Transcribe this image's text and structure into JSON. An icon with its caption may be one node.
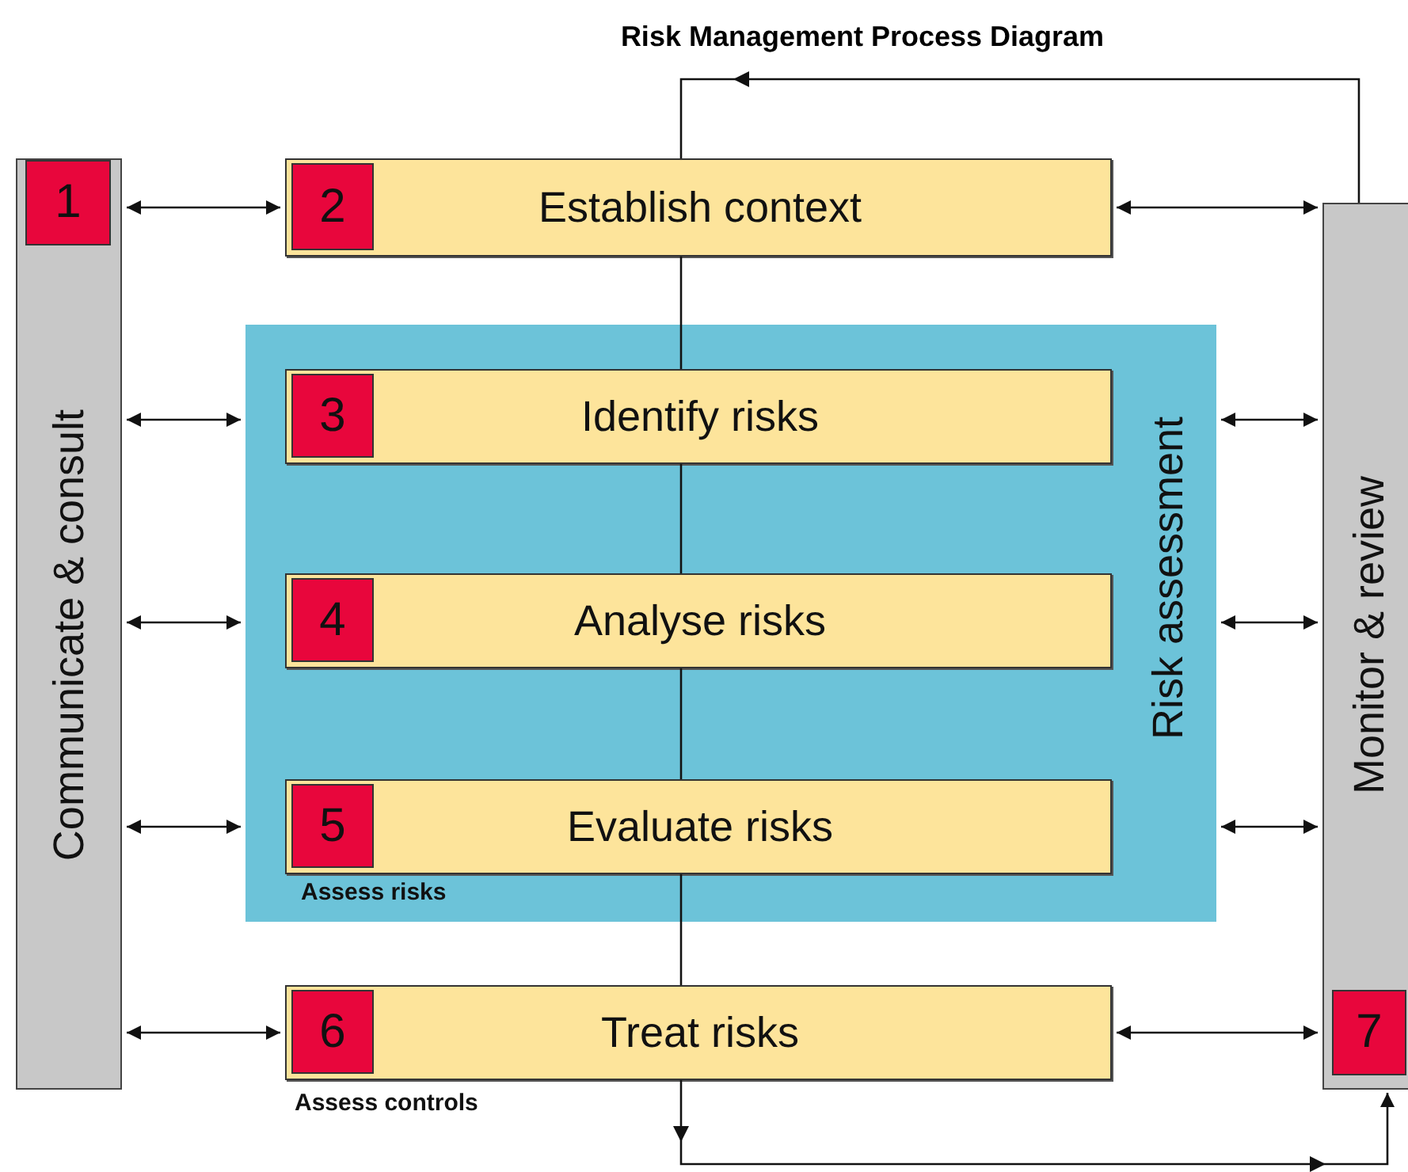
{
  "diagram": {
    "title": "Risk Management Process Diagram",
    "nodes": [
      {
        "text": [
          "1",
          "Communicate & consult"
        ]
      },
      {
        "text": [
          "2",
          "Establish context"
        ]
      },
      {
        "text": [
          "Risk assessment",
          "Assess risks"
        ]
      },
      {
        "text": [
          "3",
          "Identify risks"
        ],
        "in": 2
      },
      {
        "text": [
          "4",
          "Analyse risks"
        ],
        "in": 2
      },
      {
        "text": [
          "5",
          "Evaluate risks"
        ],
        "in": 2
      },
      {
        "text": [
          "6",
          "Treat risks"
        ],
        "beside": [
          "Assess controls"
        ]
      },
      {
        "text": [
          "7",
          "Monitor & review"
        ]
      }
    ],
    "edges": [
      {
        "from": 0,
        "to": 1,
        "arrow": "both"
      },
      {
        "from": 0,
        "to": 2,
        "arrow": "both"
      },
      {
        "from": 0,
        "to": 2,
        "arrow": "both"
      },
      {
        "from": 0,
        "to": 2,
        "arrow": "both"
      },
      {
        "from": 0,
        "to": 6,
        "arrow": "both"
      },
      {
        "from": 1,
        "to": 7,
        "arrow": "both"
      },
      {
        "from": 2,
        "to": 7,
        "arrow": "both"
      },
      {
        "from": 2,
        "to": 7,
        "arrow": "both"
      },
      {
        "from": 2,
        "to": 7,
        "arrow": "both"
      },
      {
        "from": 6,
        "to": 7,
        "arrow": "both"
      },
      {
        "from": 1,
        "to": 3,
        "arrow": "none"
      },
      {
        "from": 3,
        "to": 4,
        "arrow": "none"
      },
      {
        "from": 4,
        "to": 5,
        "arrow": "none"
      },
      {
        "from": 5,
        "to": 6,
        "arrow": "none"
      },
      {
        "from": 6,
        "to": 7,
        "arrow": "to"
      },
      {
        "from": 7,
        "to": 1,
        "arrow": "to"
      }
    ]
  }
}
